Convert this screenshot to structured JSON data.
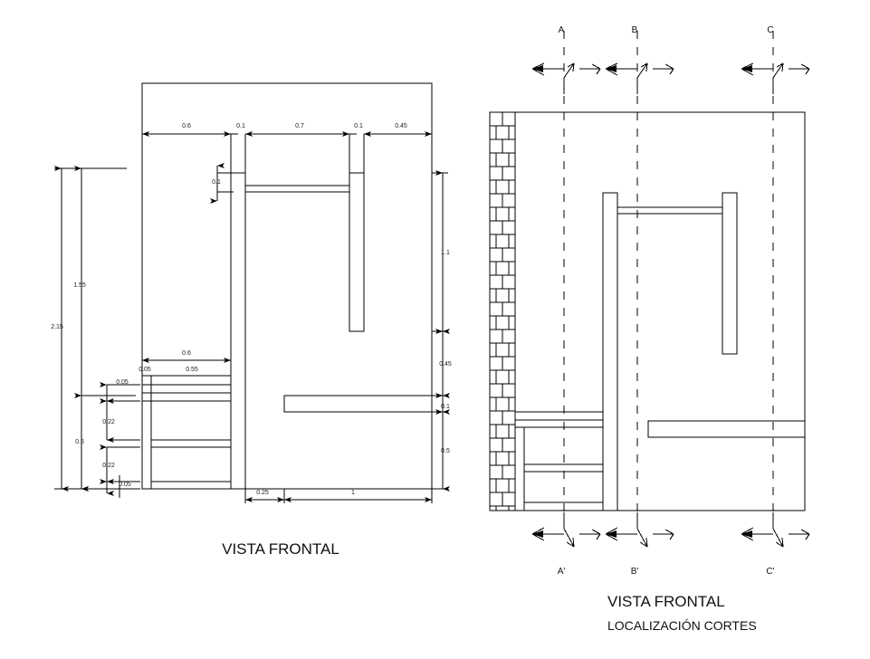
{
  "drawing": {
    "type": "architectural-elevation-cad",
    "background": "#ffffff",
    "line_color": "#000000",
    "units_note": "meters"
  },
  "left_view": {
    "title": "VISTA FRONTAL",
    "top_dimensions": [
      {
        "label": "0.6"
      },
      {
        "label": "0.1"
      },
      {
        "label": "0.7"
      },
      {
        "label": "0.1"
      },
      {
        "label": "0.45"
      }
    ],
    "bottom_dimensions": [
      {
        "label": "0.25"
      },
      {
        "label": "1"
      }
    ],
    "left_dimensions": [
      {
        "label": "2.15"
      },
      {
        "label": "1.55"
      },
      {
        "label": "0.6"
      },
      {
        "label": "0.05"
      },
      {
        "label": "0.22"
      },
      {
        "label": "0.22"
      },
      {
        "label": "0.05"
      }
    ],
    "right_dimensions": [
      {
        "label": "1.1"
      },
      {
        "label": "0.45"
      },
      {
        "label": "0.1"
      },
      {
        "label": "0.5"
      }
    ],
    "inner_dimensions": [
      {
        "label": "0.1"
      },
      {
        "label": "0.6"
      },
      {
        "label": "0.05"
      },
      {
        "label": "0.55"
      }
    ]
  },
  "right_view": {
    "title": "VISTA FRONTAL",
    "subtitle": "LOCALIZACIÓN CORTES",
    "section_marks_top": [
      {
        "label": "A"
      },
      {
        "label": "B"
      },
      {
        "label": "C"
      }
    ],
    "section_marks_bottom": [
      {
        "label": "A'"
      },
      {
        "label": "B'"
      },
      {
        "label": "C'"
      }
    ],
    "wall_hatch": "brick-masonry"
  }
}
